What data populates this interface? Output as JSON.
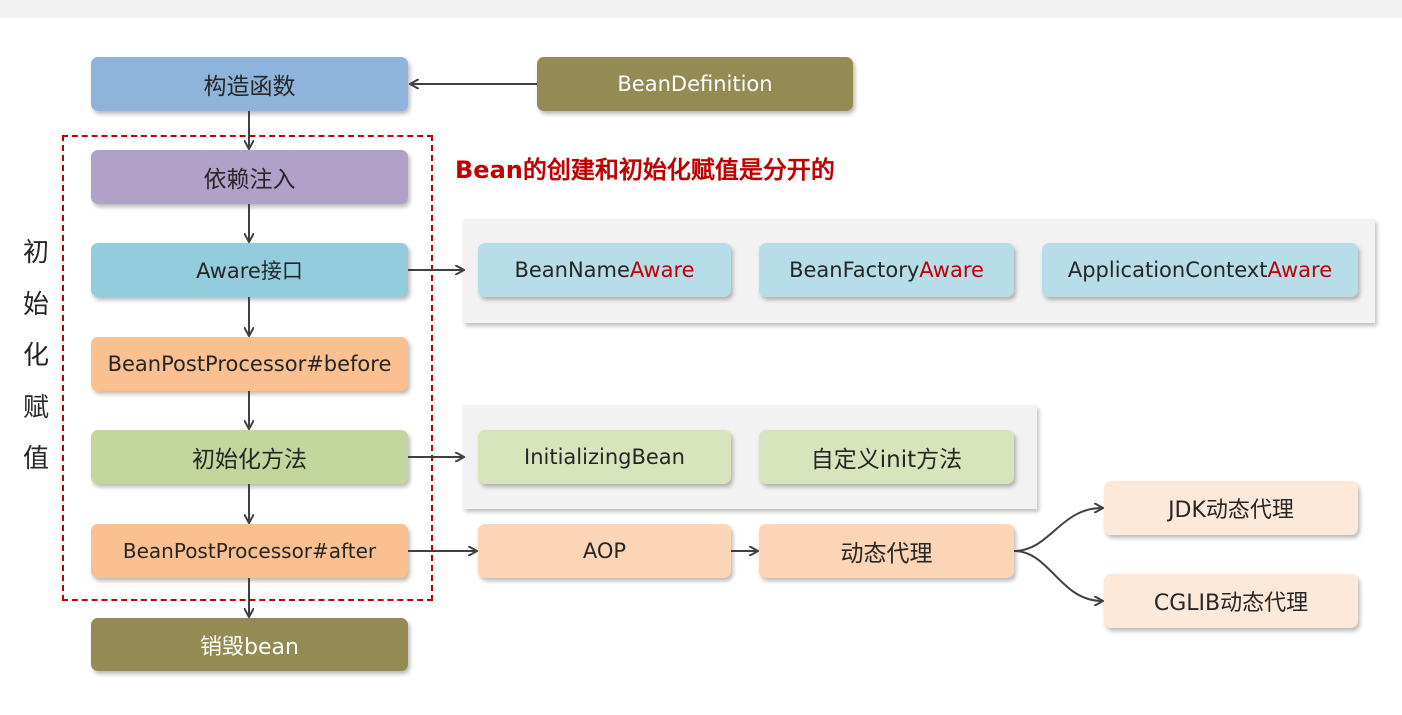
{
  "note": "Bean的创建和初始化赋值是分开的",
  "vertical_label": [
    "初",
    "始",
    "化",
    "赋",
    "值"
  ],
  "flow": {
    "constructor": "构造函数",
    "bean_definition": "BeanDefinition",
    "dependency_injection": "依赖注入",
    "aware_interface": "Aware接口",
    "bpp_before": "BeanPostProcessor#before",
    "init_method": "初始化方法",
    "bpp_after": "BeanPostProcessor#after",
    "destroy_bean": "销毁bean"
  },
  "aware_items": [
    {
      "prefix": "BeanName",
      "suffix": "Aware"
    },
    {
      "prefix": "BeanFactory",
      "suffix": "Aware"
    },
    {
      "prefix": "ApplicationContext",
      "suffix": "Aware"
    }
  ],
  "init_items": [
    "InitializingBean",
    "自定义init方法"
  ],
  "aop": {
    "aop": "AOP",
    "dynamic_proxy": "动态代理",
    "jdk_proxy": "JDK动态代理",
    "cglib_proxy": "CGLIB动态代理"
  },
  "colors": {
    "constructor": "#8eb4dc",
    "bean_definition": "#948a54",
    "dependency_injection": "#b1a0c7",
    "aware": "#93cddd",
    "bpp": "#fac090",
    "init": "#c3d69b",
    "destroy": "#948a54",
    "highlight_text": "#c00000",
    "dashed_border": "#c00000"
  }
}
